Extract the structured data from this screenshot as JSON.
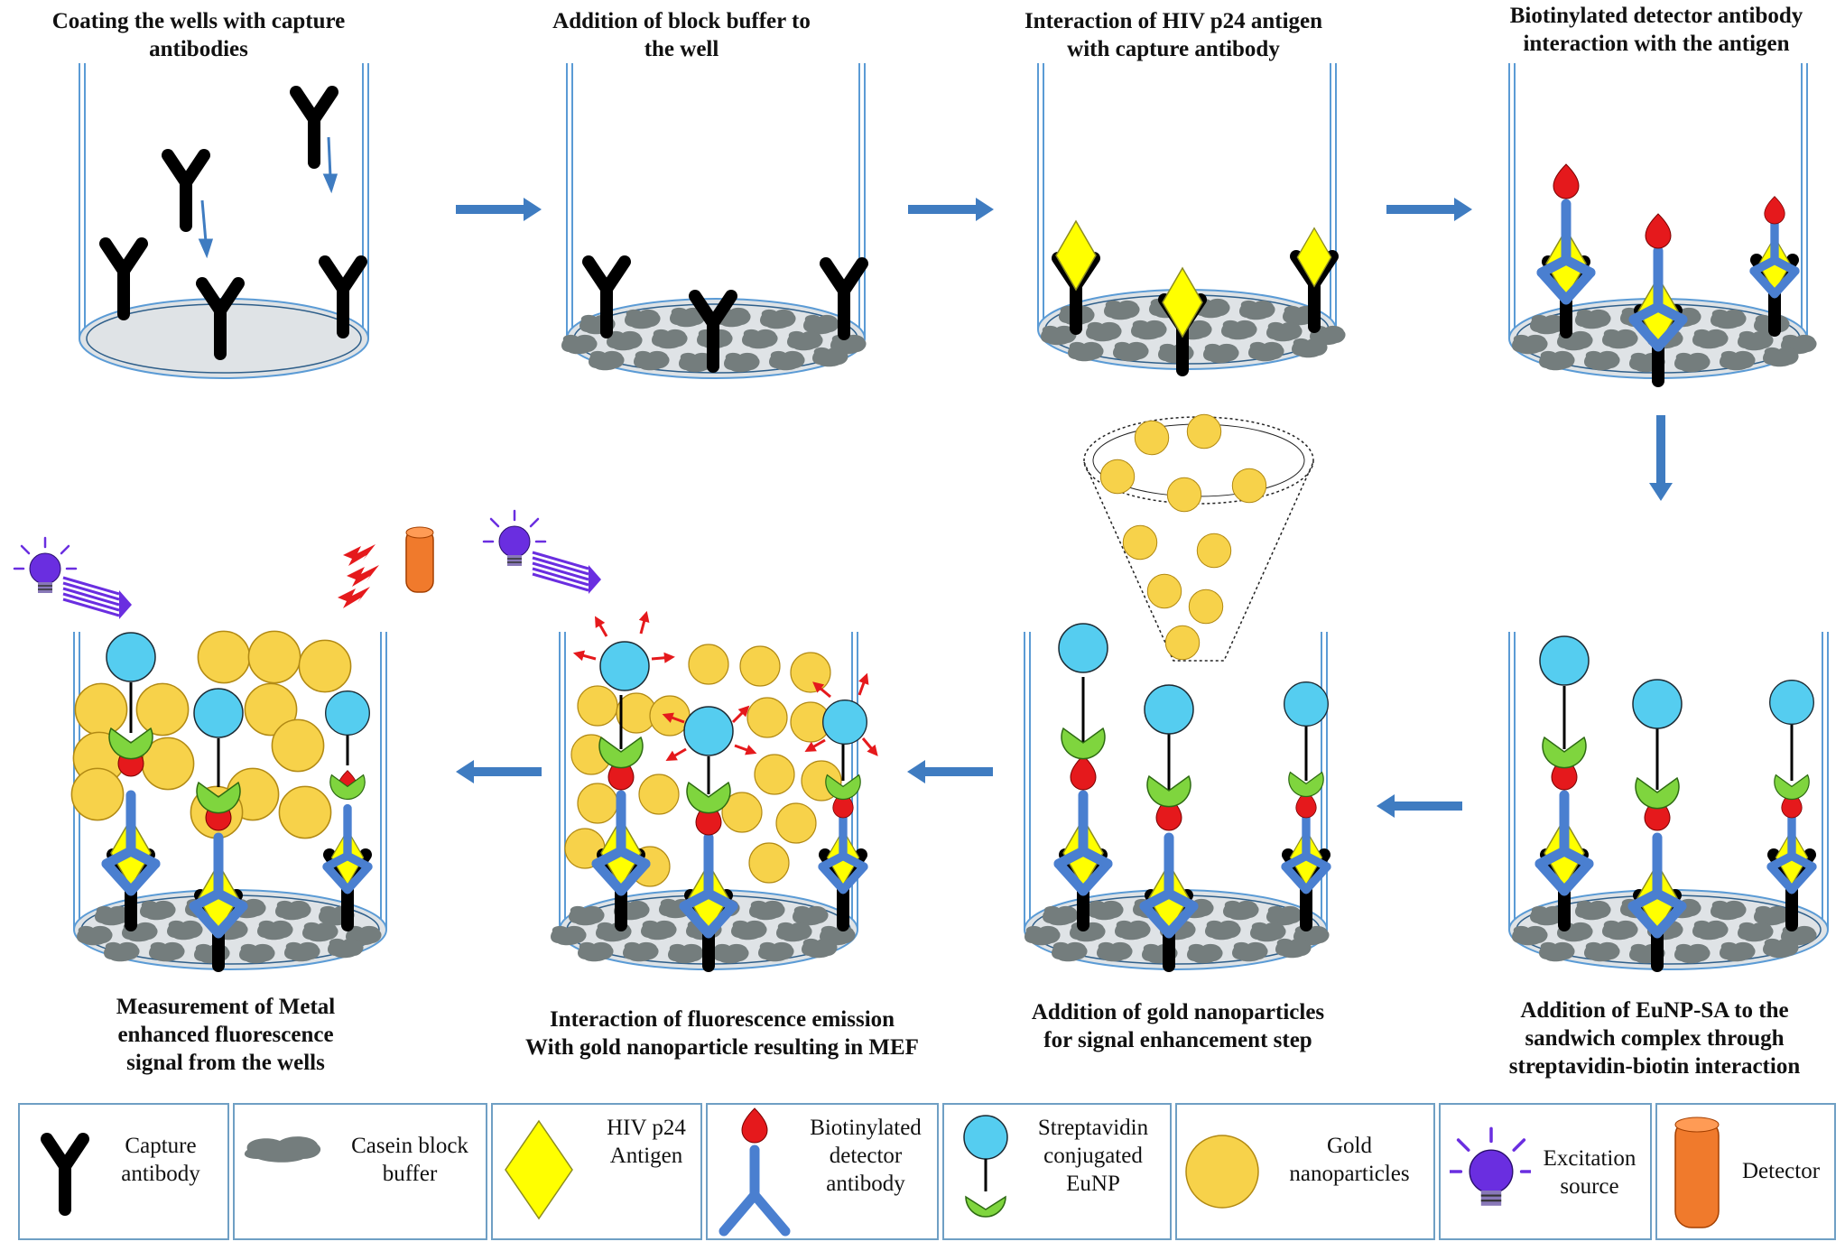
{
  "steps": [
    {
      "title_lines": [
        "Coating the wells with capture",
        "antibodies"
      ]
    },
    {
      "title_lines": [
        "Addition of block buffer to",
        "the well"
      ]
    },
    {
      "title_lines": [
        "Interaction of HIV p24 antigen",
        "with capture antibody"
      ]
    },
    {
      "title_lines": [
        "Biotinylated detector antibody",
        "interaction with the antigen"
      ]
    },
    {
      "title_lines": [
        "Addition of EuNP-SA to the",
        "sandwich complex through",
        "streptavidin-biotin interaction"
      ]
    },
    {
      "title_lines": [
        "Addition of gold nanoparticles",
        "for signal enhancement step"
      ]
    },
    {
      "title_lines": [
        "Interaction of fluorescence emission",
        "With gold nanoparticle resulting in MEF"
      ]
    },
    {
      "title_lines": [
        "Measurement of Metal",
        "enhanced fluorescence",
        "signal from the wells"
      ]
    }
  ],
  "legend": [
    {
      "icon": "capture-antibody-icon",
      "lines": [
        "Capture",
        "antibody"
      ]
    },
    {
      "icon": "casein-block-icon",
      "lines": [
        "Casein block",
        "buffer"
      ]
    },
    {
      "icon": "antigen-diamond-icon",
      "lines": [
        "HIV p24",
        "Antigen"
      ]
    },
    {
      "icon": "biotinylated-antibody-icon",
      "lines": [
        "Biotinylated",
        "detector",
        "antibody"
      ]
    },
    {
      "icon": "streptavidin-eunp-icon",
      "lines": [
        "Streptavidin",
        "conjugated",
        "EuNP"
      ]
    },
    {
      "icon": "gold-nanoparticle-icon",
      "lines": [
        "Gold",
        "nanoparticles"
      ]
    },
    {
      "icon": "excitation-bulb-icon",
      "lines": [
        "Excitation",
        "source"
      ]
    },
    {
      "icon": "detector-icon",
      "lines": [
        "Detector"
      ]
    }
  ],
  "colors": {
    "arrow": "#3f7cc1",
    "well_line": "#5b9bd5",
    "gold": "#f7d24a",
    "antigen": "#ffff00",
    "biotin": "#e5191c",
    "streptavidin": "#55cdf0",
    "eunp": "#7fd53e",
    "casein": "#747d7d",
    "detector": "#f07a2c",
    "bulb": "#6a2ee0"
  }
}
